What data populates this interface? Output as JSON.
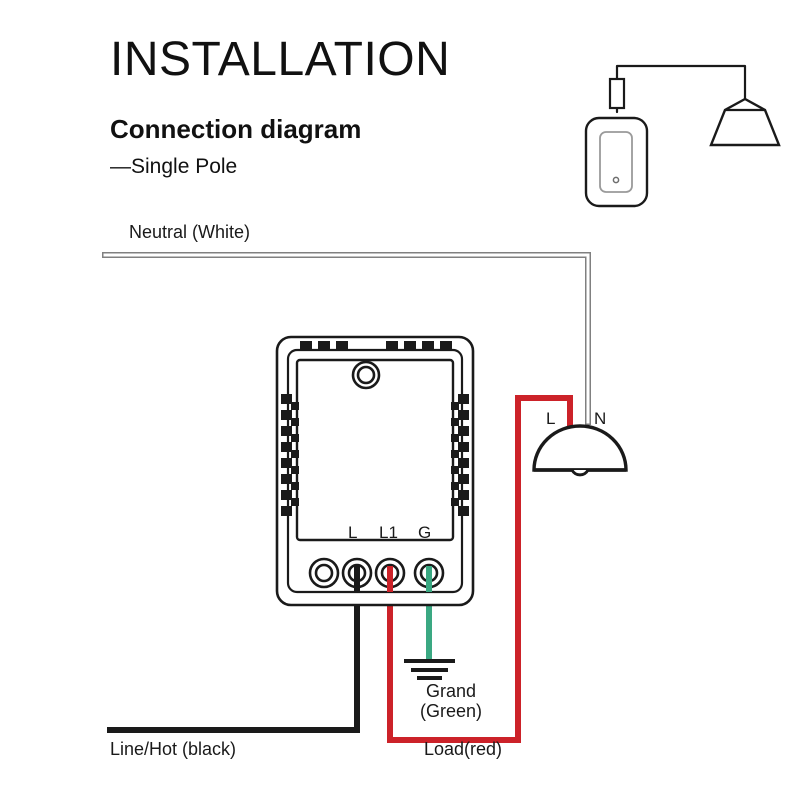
{
  "page": {
    "title": "INSTALLATION",
    "subtitle": "Connection diagram",
    "variant": "—Single Pole",
    "background": "#ffffff"
  },
  "colors": {
    "line_black": "#1a1a1a",
    "load_red": "#cc2229",
    "ground_green": "#3aa882",
    "neutral_white_fill": "#ffffff",
    "neutral_white_stroke": "#808080",
    "text": "#1a1a1a"
  },
  "wires": [
    {
      "id": "neutral",
      "label": "Neutral (White)",
      "color_name": "white",
      "color": "#ffffff"
    },
    {
      "id": "line_hot",
      "label": "Line/Hot (black)",
      "color_name": "black",
      "color": "#1a1a1a"
    },
    {
      "id": "load",
      "label": "Load(red)",
      "color_name": "red",
      "color": "#cc2229"
    },
    {
      "id": "ground",
      "label": "Grand\n(Green)",
      "label_line1": "Grand",
      "label_line2": "(Green)",
      "color_name": "green",
      "color": "#3aa882"
    }
  ],
  "labels": {
    "neutral": "Neutral (White)",
    "line_hot": "Line/Hot (black)",
    "load": "Load(red)",
    "ground_line1": "Grand",
    "ground_line2": "(Green)"
  },
  "device": {
    "name": "smart-switch-module",
    "terminals": [
      {
        "id": "t0",
        "label": "",
        "wire": "none"
      },
      {
        "id": "t1",
        "label": "L",
        "wire": "line_hot"
      },
      {
        "id": "t2",
        "label": "L1",
        "wire": "load"
      },
      {
        "id": "t3",
        "label": "G",
        "wire": "ground"
      }
    ]
  },
  "load_fixture": {
    "name": "ceiling-lamp",
    "terminal_l": "L",
    "terminal_n": "N"
  },
  "illustration": {
    "name": "wall-switch-and-lamp",
    "switch": "wall-switch",
    "module": "inline-module",
    "lamp": "pendant-lamp"
  }
}
